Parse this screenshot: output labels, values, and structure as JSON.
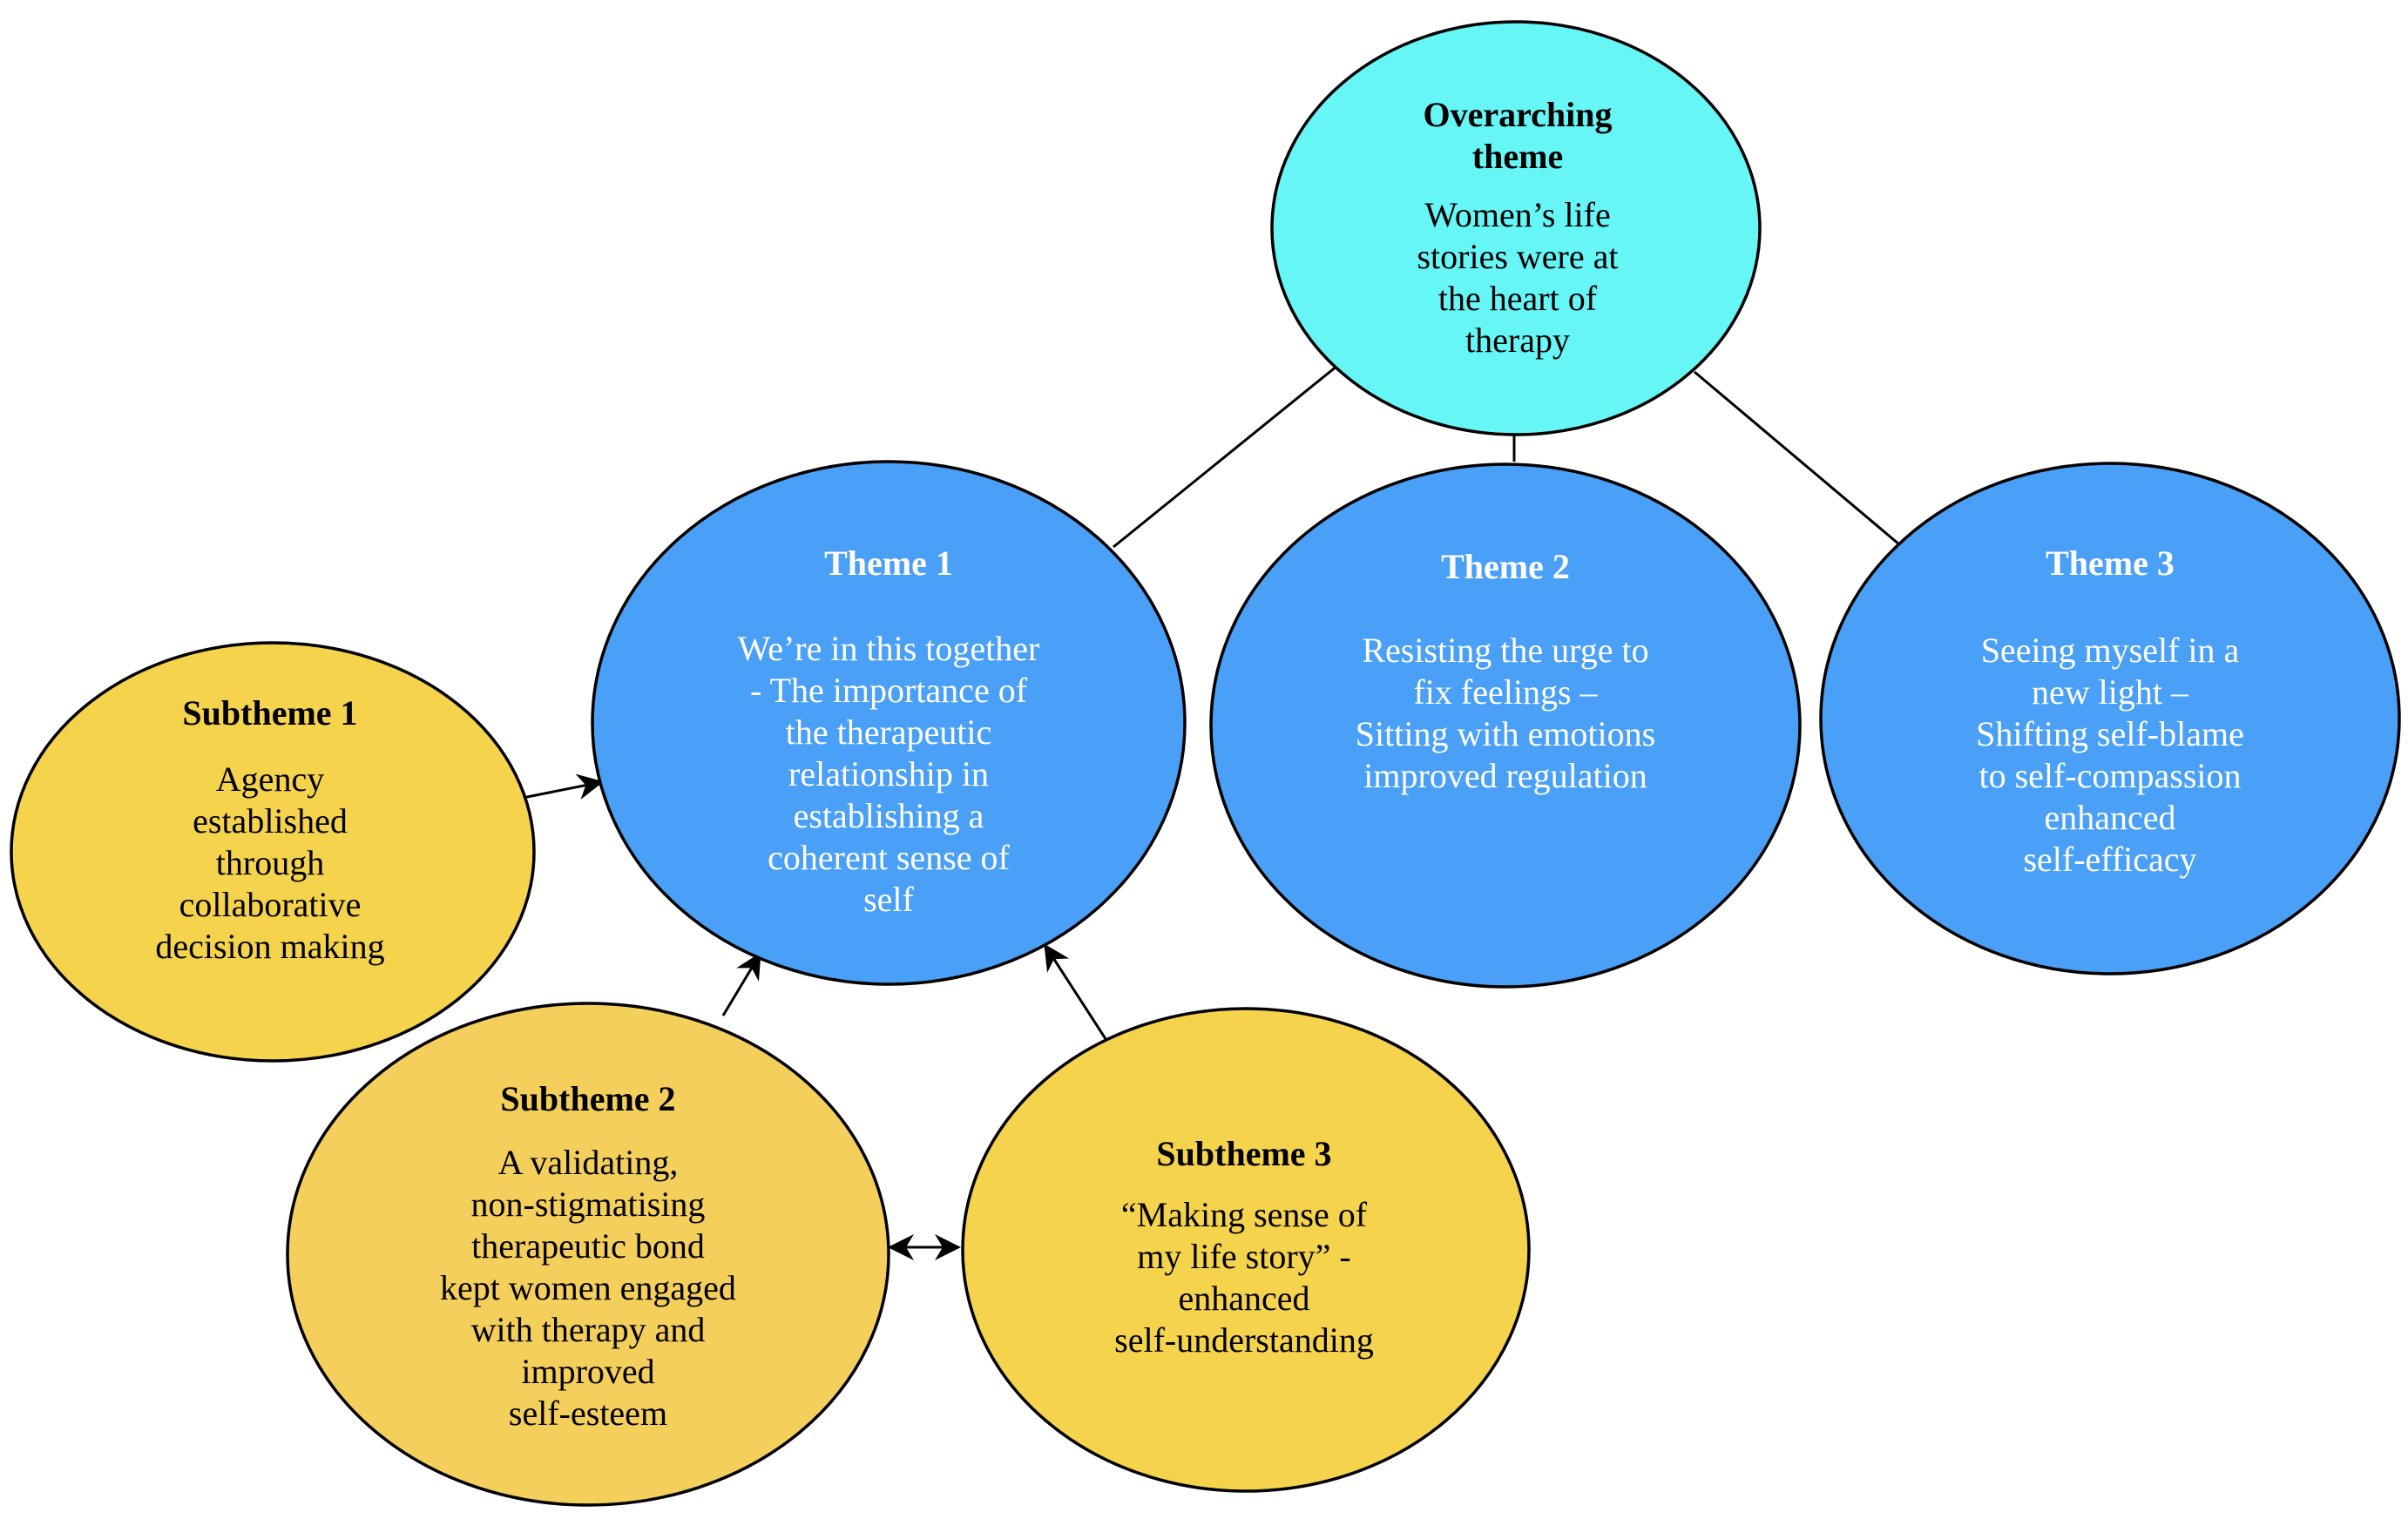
{
  "colors": {
    "overarching_fill": "#66f6f6",
    "theme_fill": "#4aa0f6",
    "subtheme_fill": "#f5d34c",
    "subtheme2_fill": "#f4cf5c",
    "outline": "#000000"
  },
  "nodes": {
    "overarching": {
      "title": [
        "Overarching",
        "theme"
      ],
      "body": [
        "Women’s life",
        "stories were at",
        "the heart of",
        "therapy"
      ]
    },
    "theme1": {
      "title": [
        "Theme 1"
      ],
      "body": [
        "We’re in this together",
        "- The importance of",
        "the therapeutic",
        "relationship in",
        "establishing a",
        "coherent sense of",
        "self"
      ]
    },
    "theme2": {
      "title": [
        "Theme 2"
      ],
      "body": [
        "Resisting the urge to",
        "fix feelings –",
        "Sitting with emotions",
        "improved regulation"
      ]
    },
    "theme3": {
      "title": [
        "Theme 3"
      ],
      "body": [
        "Seeing myself in a",
        "new light –",
        "Shifting self-blame",
        "to self-compassion",
        "enhanced",
        "self-efficacy"
      ]
    },
    "subtheme1": {
      "title": [
        "Subtheme 1"
      ],
      "body": [
        "Agency",
        "established",
        "through",
        "collaborative",
        "decision making"
      ]
    },
    "subtheme2": {
      "title": [
        "Subtheme 2"
      ],
      "body": [
        "A validating,",
        "non-stigmatising",
        "therapeutic bond",
        "kept women engaged",
        "with therapy and",
        "improved",
        "self-esteem"
      ]
    },
    "subtheme3": {
      "title": [
        "Subtheme 3"
      ],
      "body": [
        "“Making sense of",
        "my life story” -",
        "enhanced",
        "self-understanding"
      ]
    }
  }
}
